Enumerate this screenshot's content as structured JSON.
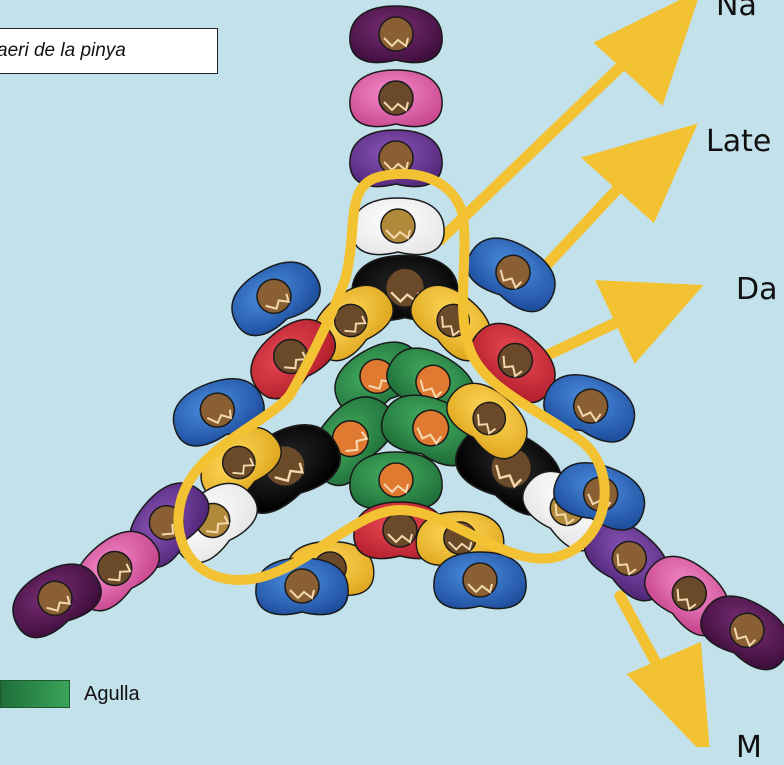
{
  "title": "aeri de la pinya",
  "labels": {
    "nau": "Na",
    "laterals": "Late",
    "daus": "Da",
    "mans": "M"
  },
  "legend": {
    "label": "Agulla",
    "color": "#2f8f4c"
  },
  "colors": {
    "background": "#c3e1ea",
    "arrow": "#f3c232",
    "outline": "#f3c232",
    "agulla": "#2f8f4c",
    "base": "#0a0a0a",
    "crossa": "#f2c230",
    "contrafort": "#d9333f",
    "lateral": "#2f6bc4",
    "vent": "#ffffff",
    "purple": "#6a3a93",
    "pink": "#e66ab2",
    "darkpurple": "#5a1c58"
  }
}
